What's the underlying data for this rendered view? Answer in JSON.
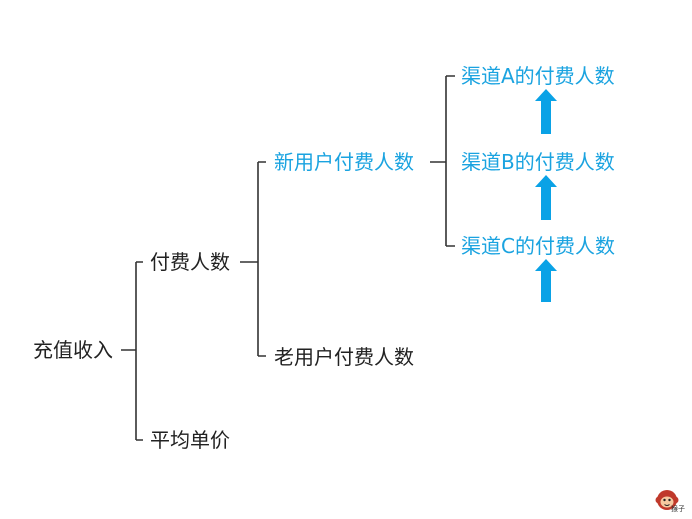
{
  "tree": {
    "root": "充值收入",
    "level1": {
      "paying_users": "付费人数",
      "avg_price": "平均单价"
    },
    "level2": {
      "new_users": "新用户付费人数",
      "old_users": "老用户付费人数"
    },
    "level3": {
      "channel_a": "渠道A的付费人数",
      "channel_b": "渠道B的付费人数",
      "channel_c": "渠道C的付费人数"
    }
  },
  "logo": {
    "text": "猴子",
    "icon": "monkey-logo-icon"
  },
  "colors": {
    "text": "#222222",
    "accent": "#1aa3e0",
    "arrow": "#0aa2e6",
    "line": "#333333"
  }
}
